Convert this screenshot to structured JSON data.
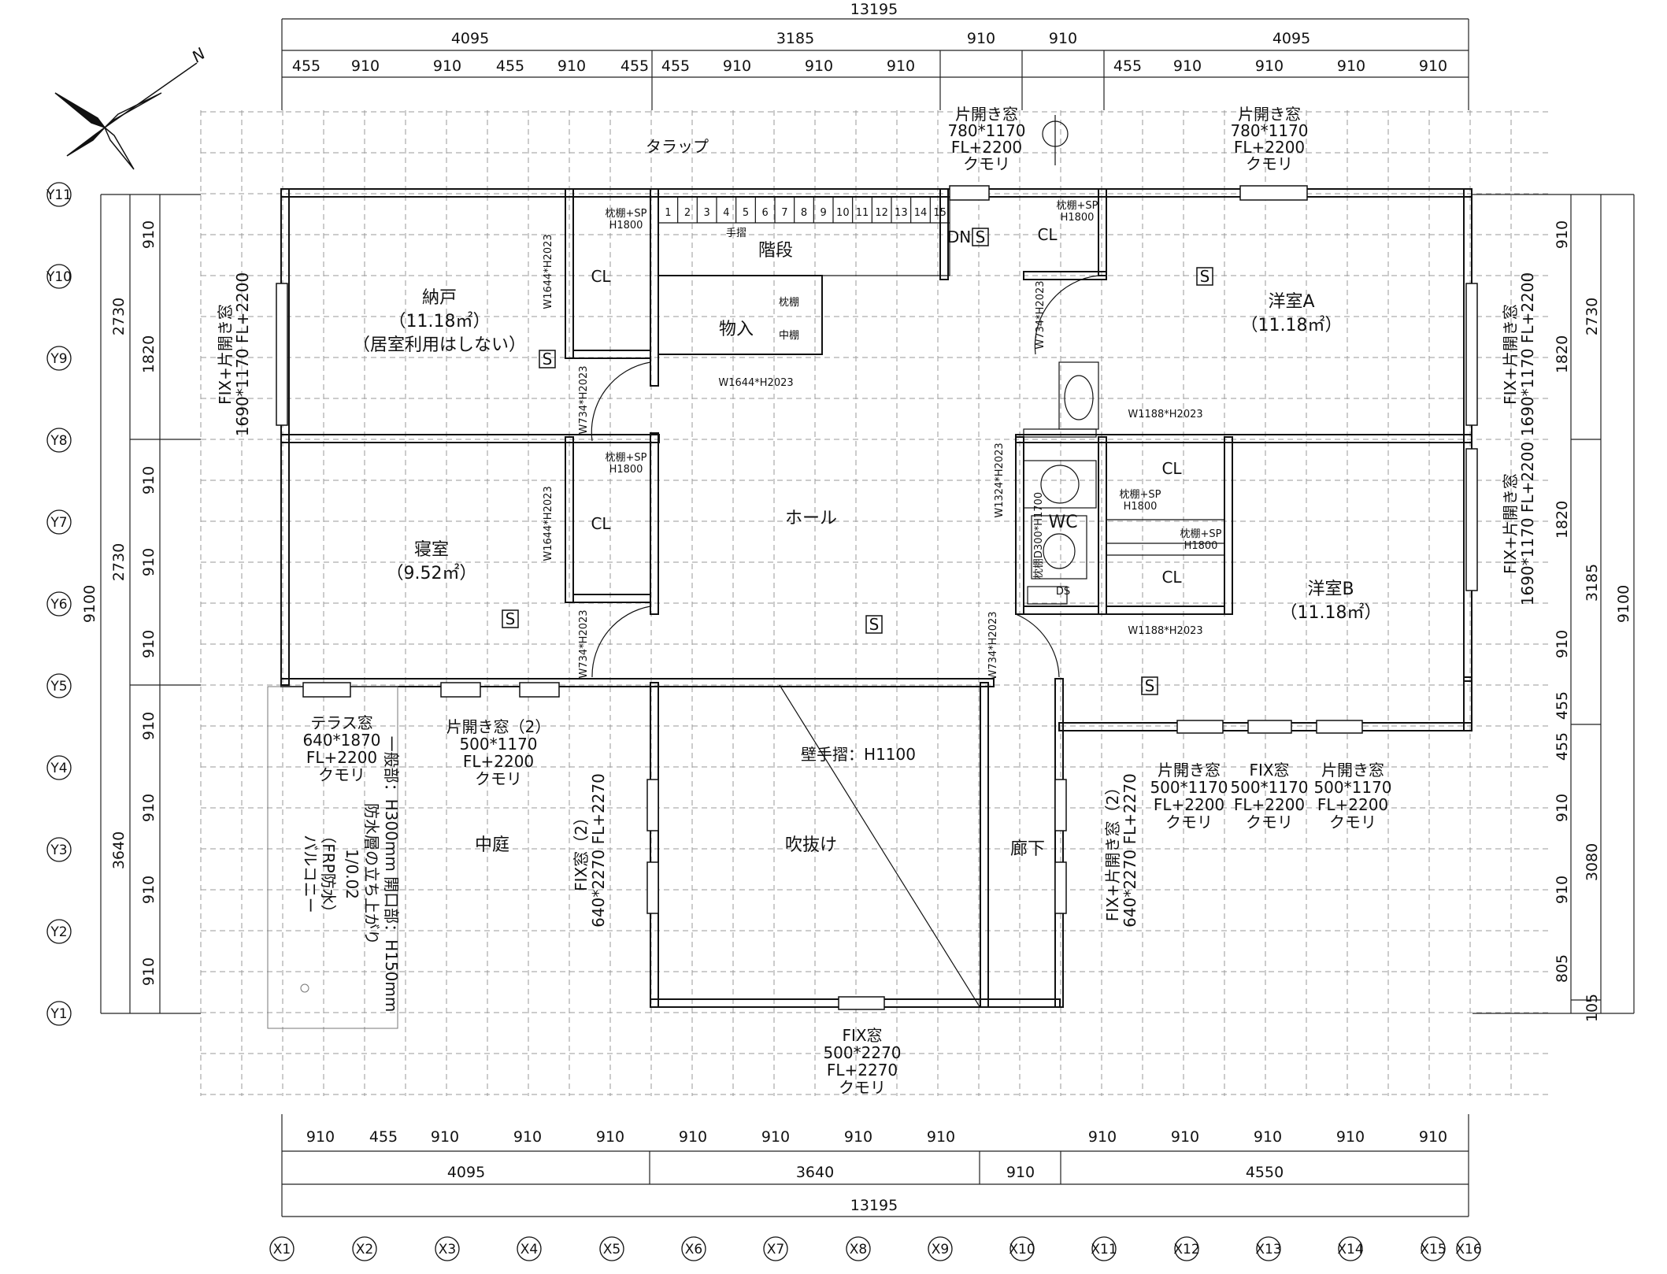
{
  "dimensions": {
    "top_total": "13195",
    "top_mid": [
      "4095",
      "3185",
      "910",
      "910",
      "4095"
    ],
    "top_fine": [
      "455",
      "910",
      "910",
      "455",
      "910",
      "455",
      "455",
      "910",
      "910",
      "910",
      "455",
      "910",
      "910",
      "910",
      "910"
    ],
    "bottom_fine": [
      "910",
      "455",
      "910",
      "910",
      "910",
      "910",
      "910",
      "910",
      "910",
      "910",
      "910",
      "910",
      "910",
      "910"
    ],
    "bottom_mid": [
      "4095",
      "3640",
      "910",
      "4550"
    ],
    "bottom_total": "13195",
    "left_total": "9100",
    "left_mid": [
      "2730",
      "2730",
      "3640"
    ],
    "left_fine": [
      "910",
      "1820",
      "910",
      "910",
      "910",
      "910",
      "910",
      "910",
      "910"
    ],
    "right_total": "9100",
    "right_mid": [
      "2730",
      "3185",
      "3080",
      "105"
    ],
    "right_fine": [
      "910",
      "1820",
      "1820",
      "910",
      "455",
      "455",
      "910",
      "910",
      "805"
    ]
  },
  "grid": {
    "x_labels": [
      "X1",
      "X2",
      "X3",
      "X4",
      "X5",
      "X6",
      "X7",
      "X8",
      "X9",
      "X10",
      "X11",
      "X12",
      "X13",
      "X14",
      "X15",
      "X16"
    ],
    "y_labels": [
      "Y11",
      "Y10",
      "Y9",
      "Y8",
      "Y7",
      "Y6",
      "Y5",
      "Y4",
      "Y3",
      "Y2",
      "Y1"
    ]
  },
  "rooms": {
    "nando": {
      "name": "納戸",
      "area": "（11.18㎡）",
      "note": "（居室利用はしない）"
    },
    "shinshitsu": {
      "name": "寝室",
      "area": "（9.52㎡）"
    },
    "hall": {
      "name": "ホール"
    },
    "fukinuke": {
      "name": "吹抜け"
    },
    "nakaniwa": {
      "name": "中庭"
    },
    "rouka": {
      "name": "廊下"
    },
    "youshitsu_a": {
      "name": "洋室A",
      "area": "（11.18㎡）"
    },
    "youshitsu_b": {
      "name": "洋室B",
      "area": "（11.18㎡）"
    },
    "kaidan": {
      "name": "階段"
    },
    "monoire": {
      "name": "物入"
    },
    "wc": {
      "name": "WC"
    }
  },
  "labels": {
    "tarappu": "タラップ",
    "tesuri": "手摺",
    "dn": "DN",
    "cl": "CL",
    "ds": "DS",
    "chudana": "中棚",
    "makuradana": "枕棚",
    "makura_sp": "枕棚+SP",
    "h1800": "H1800",
    "kabe_tesuri": "壁手摺：H1100",
    "w1644": "W1644*H2023",
    "w734": "W734*H2023",
    "w1188": "W1188*H2023",
    "w1324": "W1324*H2023",
    "makura_h1700": "枕棚D300*H1700",
    "stair_numbers": [
      "1",
      "2",
      "3",
      "4",
      "5",
      "6",
      "7",
      "8",
      "9",
      "10",
      "11",
      "12",
      "13",
      "14",
      "15"
    ],
    "s_mark": "S"
  },
  "windows": {
    "top_mid": [
      "片開き窓",
      "780*1170",
      "FL+2200",
      "クモリ"
    ],
    "top_right": [
      "片開き窓",
      "780*1170",
      "FL+2200",
      "クモリ"
    ],
    "left": [
      "FIX+片開き窓",
      "1690*1170 FL+2200"
    ],
    "right_top": [
      "FIX+片開き窓",
      "1690*1170 FL+2200"
    ],
    "right_mid": [
      "FIX+片開き窓",
      "1690*1170 FL+2200"
    ],
    "terrace": [
      "テラス窓",
      "640*1870",
      "FL+2200",
      "クモリ"
    ],
    "katabiraki2": [
      "片開き窓（2）",
      "500*1170",
      "FL+2200",
      "クモリ"
    ],
    "fix2": [
      "FIX窓（2）",
      "640*2270 FL+2270"
    ],
    "fix_right2": [
      "FIX+片開き窓（2）",
      "640*2270 FL+2270"
    ],
    "bottom_fix": [
      "FIX窓",
      "500*2270",
      "FL+2270",
      "クモリ"
    ],
    "r_a": [
      "片開き窓",
      "500*1170",
      "FL+2200",
      "クモリ"
    ],
    "r_b": [
      "FIX窓",
      "500*1170",
      "FL+2200",
      "クモリ"
    ],
    "r_c": [
      "片開き窓",
      "500*1170",
      "FL+2200",
      "クモリ"
    ]
  },
  "balcony": [
    "バルコニー",
    "（FRP防水）",
    "1/0.02",
    "防水層の立ち上がり",
    "一般部：H300mm 開口部：H150mm"
  ]
}
